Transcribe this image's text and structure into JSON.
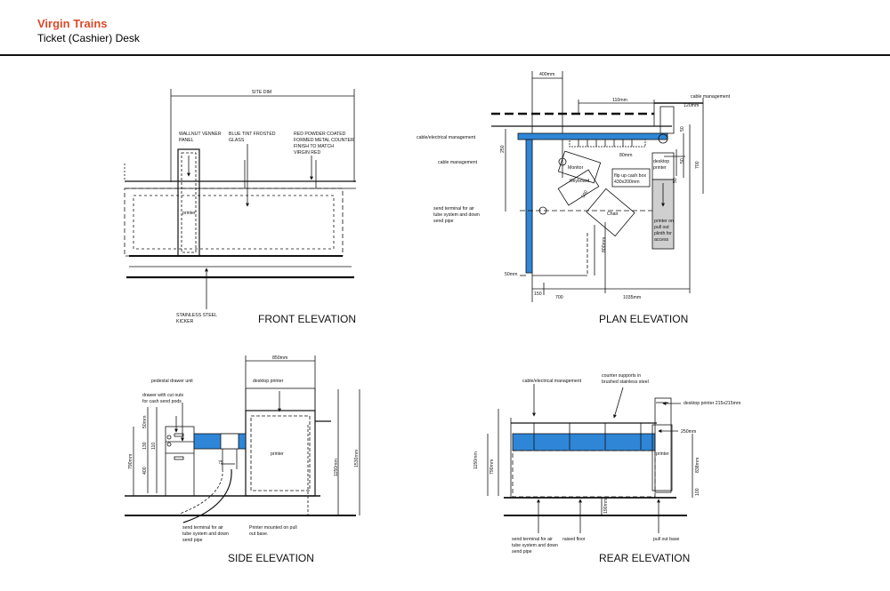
{
  "header": {
    "brand": "Virgin Trains",
    "subtitle": "Ticket (Cashier) Desk"
  },
  "colors": {
    "brand": "#d94a2b",
    "counter_blue": "#2f86d6",
    "line": "#111111"
  },
  "front": {
    "title": "FRONT ELEVATION",
    "site_dim": "SITE DIM",
    "walnut": [
      "WALLNUT VENNER",
      "PANEL"
    ],
    "glass": [
      "BLUE TINT FROSTED",
      "GLASS"
    ],
    "red": [
      "RED POWDER COATED",
      "FORMED METAL COUNTER",
      "FINISH TO MATCH",
      "VIRGIN RED"
    ],
    "printer": "printer",
    "kicker": [
      "STAINLESS STEEL",
      "KICKER"
    ]
  },
  "plan": {
    "title": "PLAN ELEVATION",
    "d400": "400mm",
    "d110": "110mm",
    "d120": "120mm",
    "cable_mgmt_small": "cable management",
    "cable_elec": "cable/electrical management",
    "cable_mgmt": "cable management",
    "send": [
      "send terminal for air",
      "tube system and down",
      "send pipe"
    ],
    "d50mm": "50mm",
    "d150": "150",
    "d700": "700",
    "d1035": "1035mm",
    "d800": "800mm",
    "d80": "80mm",
    "d250": "250",
    "d50a": "50",
    "d50b": "50",
    "d50c": "50",
    "d700v": "700",
    "monitor": "Monitor",
    "keyboard": "Keyboard",
    "d500": "500",
    "flip": [
      "flip up cash box",
      "430x200mm"
    ],
    "desktop": [
      "desktop",
      "printer"
    ],
    "chair": "Chair",
    "plinth": [
      "printer on",
      "pull out",
      "plinth for",
      "access"
    ]
  },
  "side": {
    "title": "SIDE ELEVATION",
    "d850": "850mm",
    "desktop_printer": "desktop printer",
    "pedestal": "pedestal drawer unit",
    "drawer": [
      "drawer with cut outs",
      "for cash send pods"
    ],
    "d50": "50mm",
    "d130": "130",
    "d110": "110",
    "d400": "400",
    "d790": "790mm",
    "d75": "75",
    "printer": "printer",
    "d1150": "1150mm",
    "d1530": "1530mm",
    "send": [
      "send terminal for air",
      "tube system and down",
      "send pipe"
    ],
    "mounted": [
      "Printer mounted on pull",
      "out base."
    ]
  },
  "rear": {
    "title": "REAR ELEVATION",
    "cable_elec": "cable/electrical management",
    "supports": [
      "counter supports in",
      "brushed stainless steel"
    ],
    "desktop_printer": "desktop printer 215x215mm",
    "d250": "250mm",
    "d1150": "1150mm",
    "d790": "790mm",
    "d838": "838mm",
    "d100": "100",
    "d190": "190mm",
    "printer": "printer",
    "send": [
      "send terminal for air",
      "tube system and down",
      "send pipe"
    ],
    "raised": "raised floor",
    "pullout": "pull out base"
  }
}
